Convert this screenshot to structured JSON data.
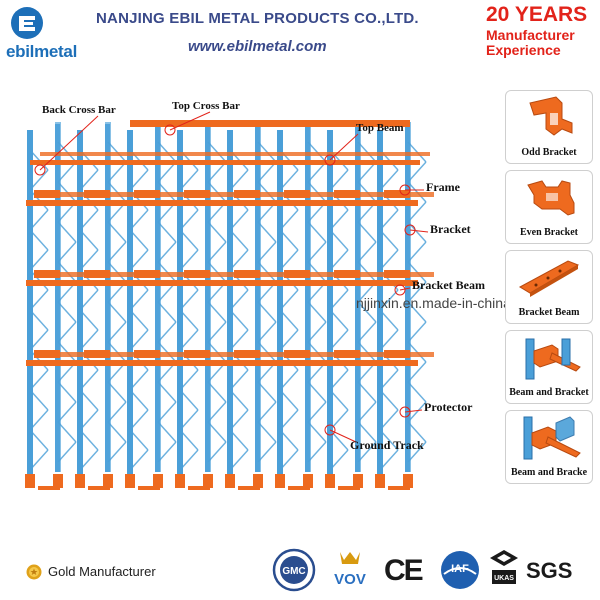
{
  "header": {
    "logo_text": "ebilmetal",
    "company_name": "NANJING EBIL METAL PRODUCTS CO.,LTD.",
    "website": "www.ebilmetal.com",
    "years_badge": "20 YEARS",
    "years_line2": "Manufacturer",
    "years_line3": "Experience"
  },
  "diagram": {
    "callouts": {
      "back_cross_bar": "Back Cross Bar",
      "top_cross_bar": "Top Cross Bar",
      "top_beam": "Top Beam",
      "frame": "Frame",
      "bracket": "Bracket",
      "bracket_beam": "Bracket Beam",
      "protector": "Protector",
      "ground_track": "Ground Track"
    },
    "watermark": "njjinxin.en.made-in-china.com"
  },
  "components": [
    {
      "label": "Odd Bracket",
      "icon": "odd-bracket-icon"
    },
    {
      "label": "Even Bracket",
      "icon": "even-bracket-icon"
    },
    {
      "label": "Bracket Beam",
      "icon": "bracket-beam-icon"
    },
    {
      "label": "Beam and Bracket",
      "icon": "beam-and-bracket-icon"
    },
    {
      "label": "Beam and Bracke",
      "icon": "beam-and-bracket-icon"
    }
  ],
  "footer": {
    "gold_text": "Gold Manufacturer",
    "cert_gmc": "GMC",
    "cert_vov": "VOV",
    "cert_ce": "CE",
    "cert_iaf": "IAF",
    "cert_ukas": "UKAS",
    "cert_sgs": "SGS"
  },
  "colors": {
    "upright_blue": "#4a9fd8",
    "beam_orange": "#ee6a1f",
    "brand_blue": "#1d6fb8",
    "badge_red": "#e2231a",
    "heading_navy": "#3a4a8a"
  }
}
